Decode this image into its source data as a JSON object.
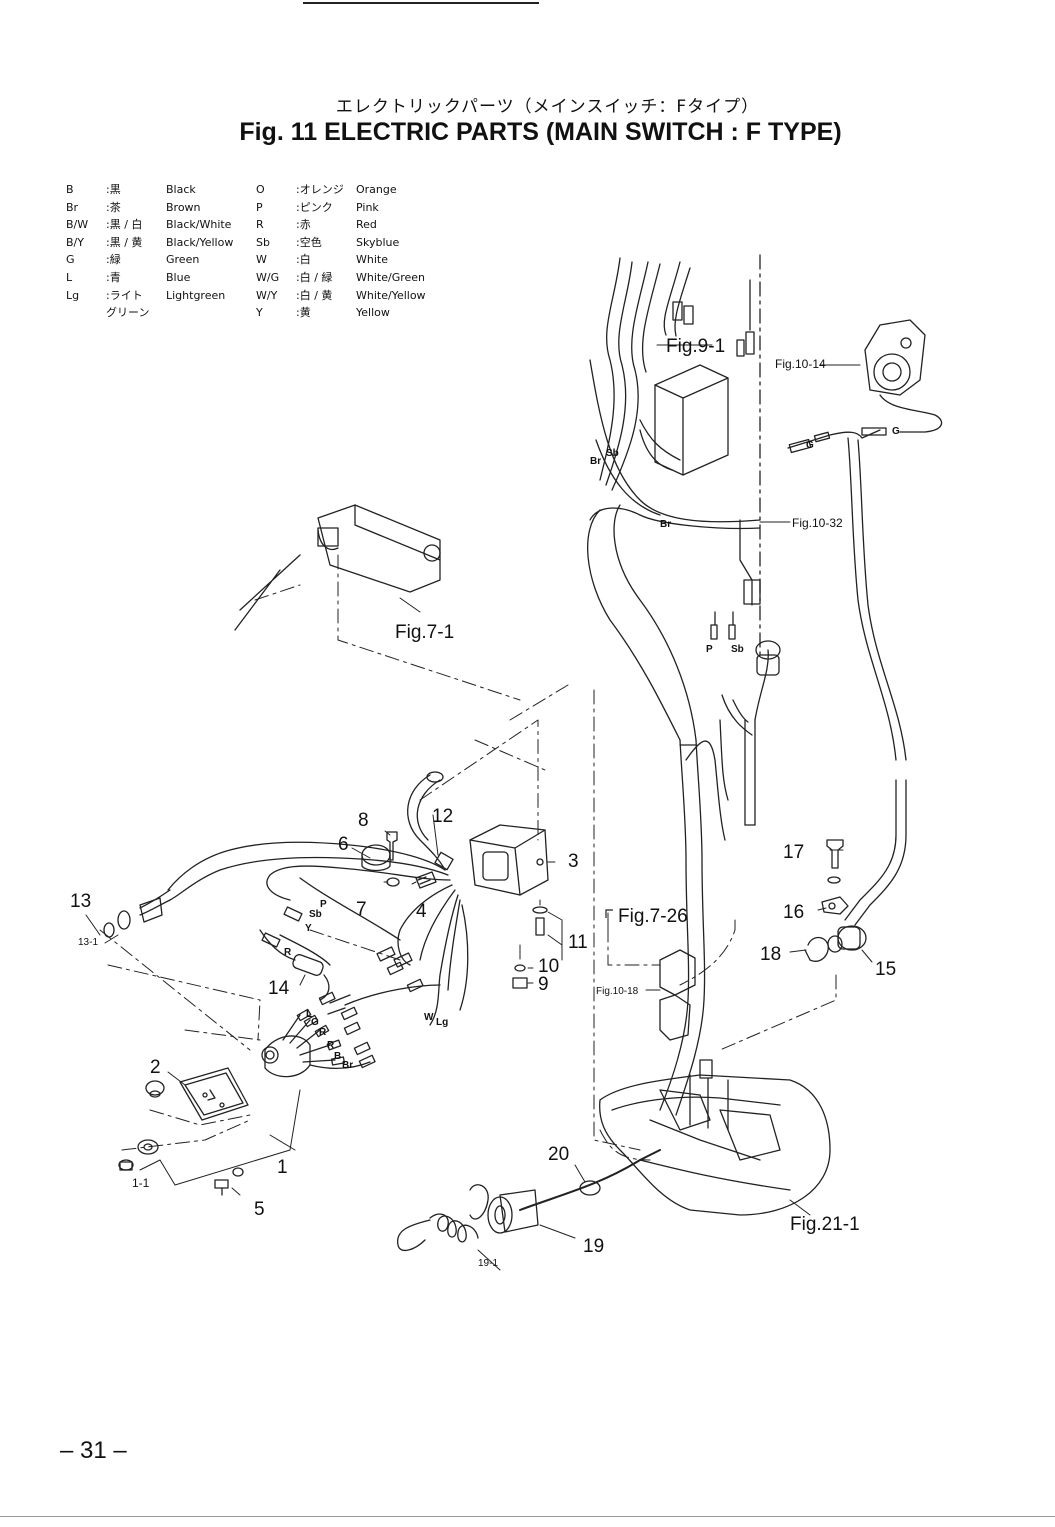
{
  "title_jp": "エレクトリックパーツ（メインスイッチ：Fタイプ）",
  "title": "Fig. 11    ELECTRIC PARTS   (MAIN SWITCH : F TYPE)",
  "legend_left": [
    {
      "code": "B",
      "jp": ":黒",
      "en": "Black"
    },
    {
      "code": "Br",
      "jp": ":茶",
      "en": "Brown"
    },
    {
      "code": "B/W",
      "jp": ":黒 / 白",
      "en": "Black/White"
    },
    {
      "code": "B/Y",
      "jp": ":黒 / 黄",
      "en": "Black/Yellow"
    },
    {
      "code": "G",
      "jp": ":緑",
      "en": "Green"
    },
    {
      "code": "L",
      "jp": ":青",
      "en": "Blue"
    },
    {
      "code": "Lg",
      "jp": ":ライト",
      "en": "Lightgreen"
    },
    {
      "code": "",
      "jp": "グリーン",
      "en": ""
    }
  ],
  "legend_right": [
    {
      "code": "O",
      "jp": ":オレンジ",
      "en": "Orange"
    },
    {
      "code": "P",
      "jp": ":ピンク",
      "en": "Pink"
    },
    {
      "code": "R",
      "jp": ":赤",
      "en": "Red"
    },
    {
      "code": "Sb",
      "jp": ":空色",
      "en": "Skyblue"
    },
    {
      "code": "W",
      "jp": ":白",
      "en": "White"
    },
    {
      "code": "W/G",
      "jp": ":白 / 緑",
      "en": "White/Green"
    },
    {
      "code": "W/Y",
      "jp": ":白 / 黄",
      "en": "White/Yellow"
    },
    {
      "code": "Y",
      "jp": ":黄",
      "en": "Yellow"
    }
  ],
  "refs": {
    "fig9_1": "Fig.9-1",
    "fig10_14": "Fig.10-14",
    "fig10_32": "Fig.10-32",
    "fig7_1": "Fig.7-1",
    "fig7_26": "Fig.7-26",
    "fig10_18": "Fig.10-18",
    "fig21_1": "Fig.21-1"
  },
  "parts": {
    "p1": "1",
    "p1_1": "1-1",
    "p2": "2",
    "p3": "3",
    "p4": "4",
    "p5": "5",
    "p6": "6",
    "p7": "7",
    "p8": "8",
    "p9": "9",
    "p10": "10",
    "p11": "11",
    "p12": "12",
    "p13": "13",
    "p13_1": "13-1",
    "p14": "14",
    "p15": "15",
    "p16": "16",
    "p17": "17",
    "p18": "18",
    "p19": "19",
    "p19_1": "19-1",
    "p20": "20"
  },
  "wire_labels": {
    "br_top": "Br",
    "sb_top": "Sb",
    "br_mid": "Br",
    "g1": "G",
    "g2": "G",
    "p_right": "P",
    "sb_right": "Sb",
    "p_left": "P",
    "sb_left": "Sb",
    "y_left": "Y",
    "r_left": "R",
    "w_left": "W",
    "lg_left": "Lg",
    "l_sw": "L",
    "g_sw": "G",
    "r_sw": "R",
    "r2_sw": "R",
    "b_sw": "B",
    "br_sw": "Br"
  },
  "page_number": "– 31 –"
}
